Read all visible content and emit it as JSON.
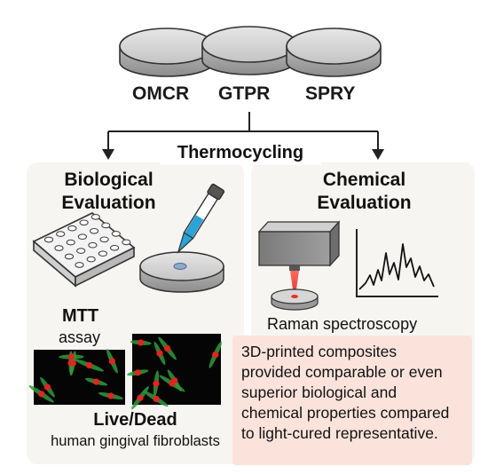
{
  "materials": [
    "OMCR",
    "GTPR",
    "SPRY"
  ],
  "process": "Thermocycling",
  "biological": {
    "heading_line1": "Biological",
    "heading_line2": "Evaluation",
    "mtt_line1": "MTT",
    "mtt_line2": "assay",
    "livedead": "Live/Dead",
    "cells": "human gingival fibroblasts"
  },
  "chemical": {
    "heading_line1": "Chemical",
    "heading_line2": "Evaluation",
    "method": "Raman spectroscopy"
  },
  "conclusion": {
    "line1": "3D-printed composites",
    "line2": "provided comparable or even",
    "line3": "superior biological and",
    "line4": "chemical properties compared",
    "line5": "to light-cured representative."
  },
  "colors": {
    "panel_bg": "#f6f5f2",
    "conclusion_bg": "#fbe3dc",
    "laser": "#e5312b",
    "cell_green": "#2f9a3c",
    "cell_red": "#e0261d",
    "liquid": "#2aa3d8"
  }
}
